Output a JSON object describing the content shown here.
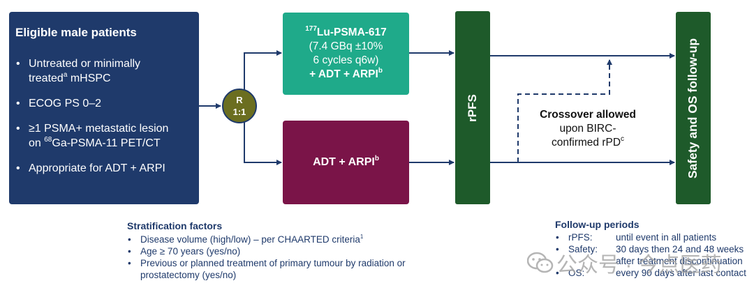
{
  "eligibility": {
    "title": "Eligible male patients",
    "criteria": [
      {
        "text": "Untreated or minimally",
        "text2": "treated",
        "sup": "a",
        "text3": " mHSPC"
      },
      {
        "text": "ECOG PS 0–2"
      },
      {
        "text": "≥1 PSMA+ metastatic lesion",
        "text2": "on ",
        "sup": "68",
        "text3": "Ga-PSMA-11 PET/CT"
      },
      {
        "text": "Appropriate for ADT + ARPI"
      }
    ]
  },
  "randomization": {
    "line1": "R",
    "line2": "1:1"
  },
  "arms": {
    "experimental": {
      "isotope_sup": "177",
      "drug": "Lu-PSMA-617",
      "dose": "(7.4 GBq ±10%",
      "cycles": "6 cycles q6w)",
      "combo": "+ ADT + ARPI",
      "combo_sup": "b"
    },
    "control": {
      "label": "ADT + ARPI",
      "sup": "b"
    }
  },
  "endpoints": {
    "primary": "rPFS",
    "followup": "Safety and OS follow-up"
  },
  "crossover": {
    "title": "Crossover allowed",
    "line2": "upon BIRC-",
    "line3": "confirmed rPD",
    "sup": "c"
  },
  "stratification": {
    "title": "Stratification factors",
    "items": [
      {
        "text": "Disease volume (high/low) – per CHAARTED criteria",
        "sup": "1"
      },
      {
        "text": "Age ≥ 70 years (yes/no)"
      },
      {
        "text": "Previous or planned treatment of primary tumour by radiation or prostatectomy (yes/no)"
      }
    ]
  },
  "followup_periods": {
    "title": "Follow-up periods",
    "items": [
      {
        "label": "rPFS:",
        "value": "until event in all patients"
      },
      {
        "label": "Safety:",
        "value": "30 days then 24 and 48 weeks",
        "value2": "after treatment discontinuation"
      },
      {
        "label": "OS:",
        "value": "every 90 days after last contact"
      }
    ]
  },
  "watermark": {
    "text": "公众号 · 今点医药"
  },
  "colors": {
    "navy": "#1f3a6b",
    "teal": "#1faa8a",
    "maroon": "#7a1448",
    "dark_green": "#1e5a2a",
    "olive": "#6b6e20"
  }
}
